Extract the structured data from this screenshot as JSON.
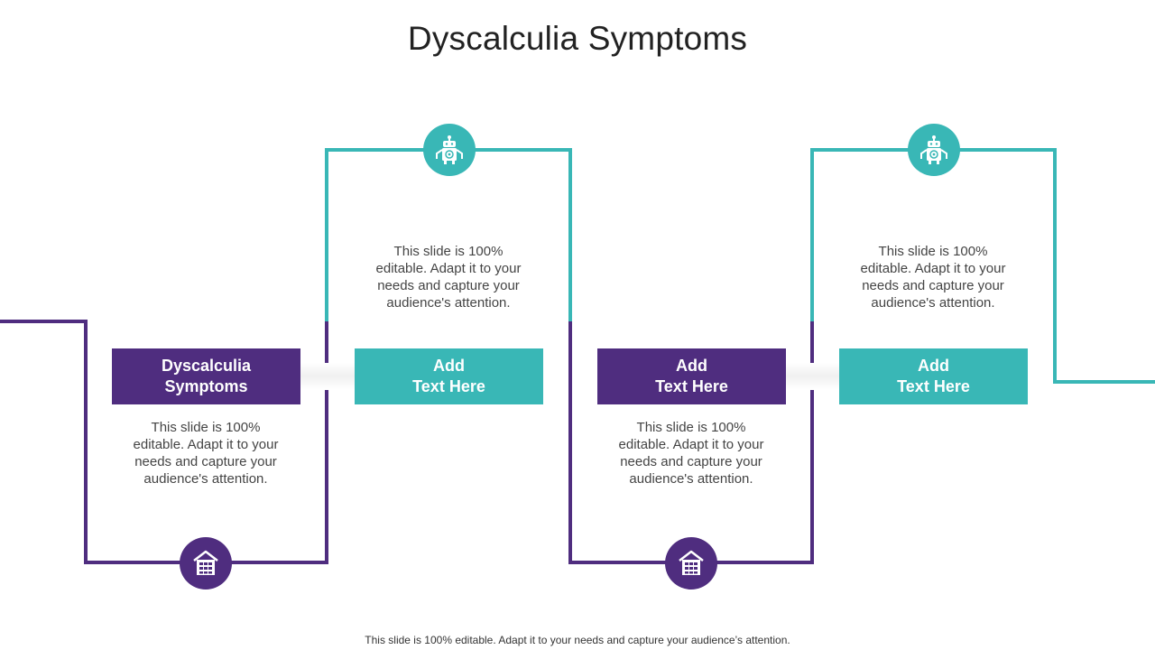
{
  "title": "Dyscalculia Symptoms",
  "colors": {
    "purple": "#4f2d7f",
    "teal": "#39b7b6"
  },
  "steps": [
    {
      "label": "Dyscalculia\nSymptoms",
      "description": "This slide is 100% editable. Adapt it to your needs and capture your audience's attention.",
      "icon": "building-icon"
    },
    {
      "label": "Add\nText Here",
      "description": "This slide is 100% editable. Adapt it to your needs and capture your audience's attention.",
      "icon": "robot-icon"
    },
    {
      "label": "Add\nText Here",
      "description": "This slide is 100% editable. Adapt it to your needs and capture your audience's attention.",
      "icon": "building-icon"
    },
    {
      "label": "Add\nText Here",
      "description": "This slide is 100% editable. Adapt it to your needs and capture your audience's attention.",
      "icon": "robot-icon"
    }
  ],
  "footer": "This slide is 100% editable. Adapt it to your needs and capture your audience’s attention."
}
